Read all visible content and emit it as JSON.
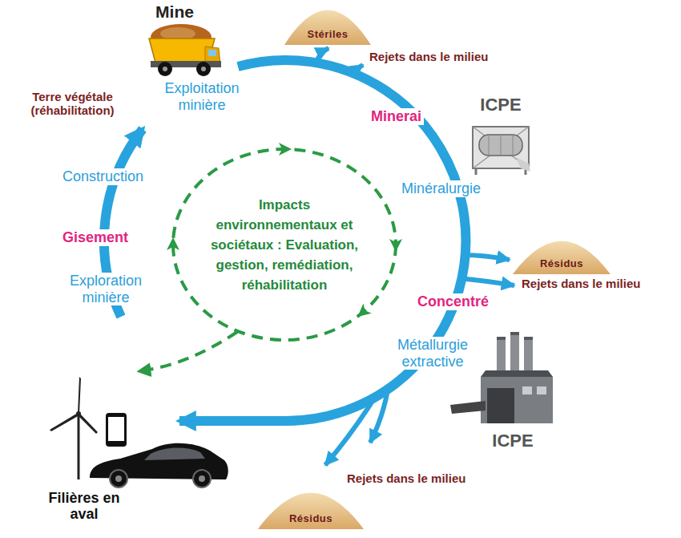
{
  "diagram": {
    "nodes": [
      {
        "text": [
          "Stériles"
        ]
      },
      {
        "text": [
          "Impacts environnementaux et sociétaux : Evaluation, gestion, remédiation, réhabilitation"
        ]
      },
      {
        "text": [
          "Résidus"
        ]
      },
      {
        "text": [
          "Résidus"
        ]
      }
    ],
    "labels": [
      "Mine",
      "Rejets dans le milieu",
      "Exploitation minière",
      "Terre végétale (réhabilitation)",
      "Minerai",
      "ICPE",
      "Construction",
      "Minéralurgie",
      "Gisement",
      "Exploration minière",
      "Rejets dans le milieu",
      "Concentré",
      "Métallurgie extractive",
      "ICPE",
      "Rejets dans le milieu",
      "Filières en aval"
    ]
  }
}
